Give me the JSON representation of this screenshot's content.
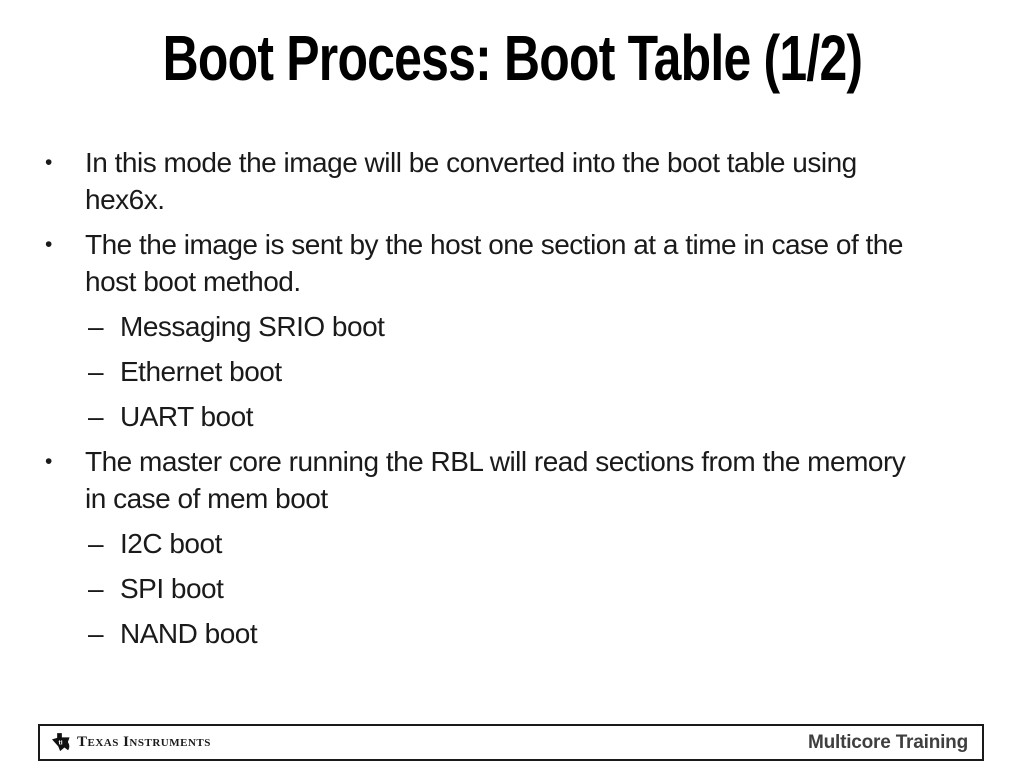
{
  "slide": {
    "title": "Boot Process: Boot Table (1/2)",
    "markers": {
      "bullet": "•",
      "dash": "–"
    },
    "bullets": [
      {
        "level": 1,
        "lines": [
          "In this mode the image will be converted into the boot table using",
          "hex6x."
        ]
      },
      {
        "level": 1,
        "lines": [
          "The the image is sent by the host one section at a time in case of the",
          "host boot method."
        ]
      },
      {
        "level": 2,
        "lines": [
          "Messaging SRIO boot"
        ]
      },
      {
        "level": 2,
        "lines": [
          "Ethernet boot"
        ]
      },
      {
        "level": 2,
        "lines": [
          "UART boot"
        ]
      },
      {
        "level": 1,
        "lines": [
          "The master core running the RBL will read sections from the memory",
          "in case of mem boot"
        ]
      },
      {
        "level": 2,
        "lines": [
          "I2C boot"
        ]
      },
      {
        "level": 2,
        "lines": [
          "SPI boot"
        ]
      },
      {
        "level": 2,
        "lines": [
          "NAND boot"
        ]
      }
    ]
  },
  "footer": {
    "brand": "Texas Instruments",
    "training": "Multicore Training",
    "logo_icon": "ti-texas-map-icon"
  },
  "colors": {
    "background": "#ffffff",
    "title": "#000000",
    "body_text": "#1a1a1a",
    "footer_border": "#1a1a1a",
    "footer_training_text": "#3f3f3f"
  }
}
